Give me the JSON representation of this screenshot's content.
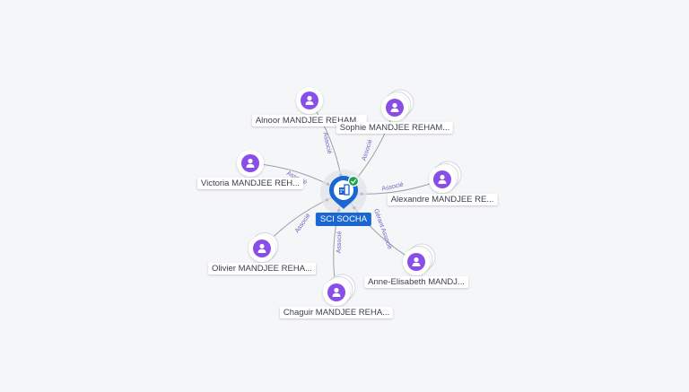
{
  "center": {
    "label": "SCI SOCHA",
    "icon": "company-building-icon",
    "status": "active-check-icon",
    "color": "#1a66d2"
  },
  "nodes": [
    {
      "id": "alnoor",
      "label": "Alnoor MANDJEE REHAM...",
      "relation": "Associé"
    },
    {
      "id": "sophie",
      "label": "Sophie MANDJEE REHAM...",
      "relation": "Associé"
    },
    {
      "id": "victoria",
      "label": "Victoria MANDJEE REH...",
      "relation": "Associé"
    },
    {
      "id": "alexandre",
      "label": "Alexandre MANDJEE RE...",
      "relation": "Associé"
    },
    {
      "id": "olivier",
      "label": "Olivier MANDJEE REHA...",
      "relation": "Associé"
    },
    {
      "id": "anne",
      "label": "Anne-Elisabeth MANDJ...",
      "relation": "Gérant Associé"
    },
    {
      "id": "chaguir",
      "label": "Chaguir MANDJEE REHA...",
      "relation": "Associé"
    }
  ],
  "colors": {
    "person": "#8a4ee8",
    "edge": "#9aa0a8",
    "edge_label": "#6a5fc1"
  }
}
